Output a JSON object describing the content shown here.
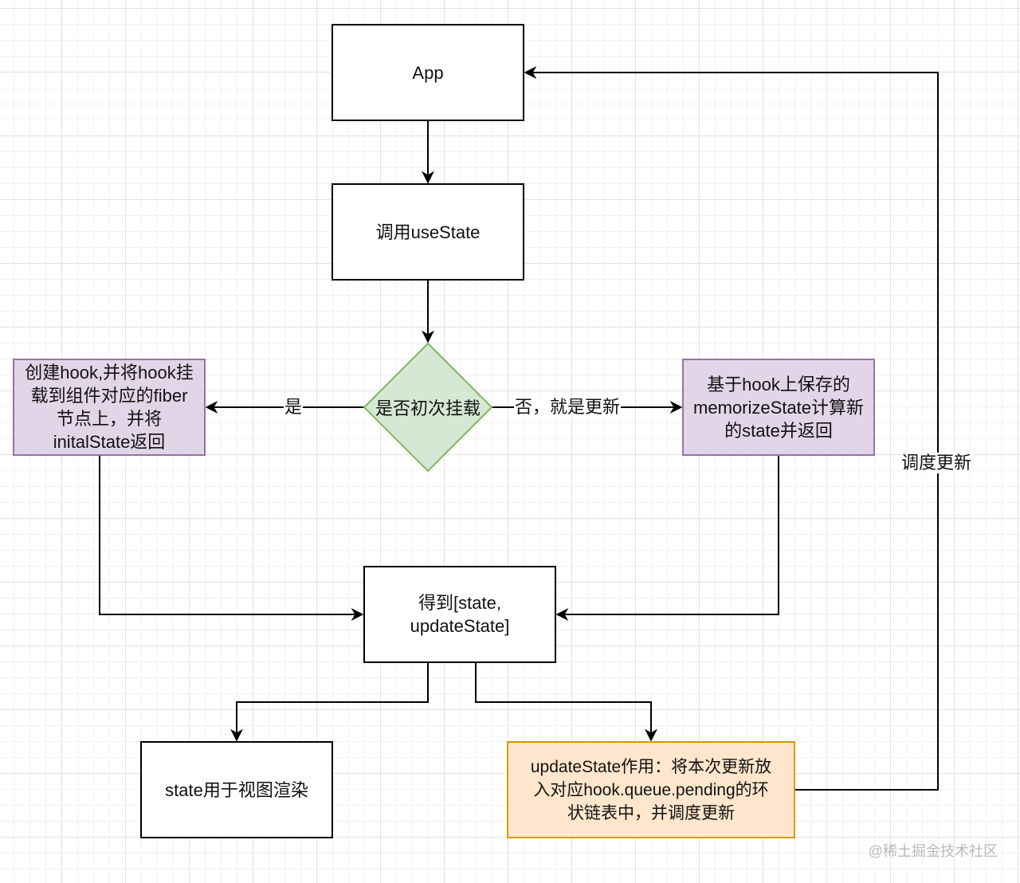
{
  "diagram": {
    "nodes": {
      "app": "App",
      "use_state": "调用useState",
      "is_first_mount": "是否初次挂载",
      "create_hook": "创建hook,并将hook挂\n载到组件对应的fiber\n节点上，并将\ninitalState返回",
      "compute_state": "基于hook上保存的\nmemorizeState计算新\n的state并返回",
      "get_state": "得到[state,\nupdateState]",
      "render_view": "state用于视图渲染",
      "update_state_role": "updateState作用：将本次更新放\n入对应hook.queue.pending的环\n状链表中，并调度更新"
    },
    "edge_labels": {
      "yes": "是",
      "no_update": "否，就是更新",
      "schedule_update": "调度更新"
    },
    "colors": {
      "purple_fill": "#e1d5e7",
      "purple_stroke": "#9673a6",
      "green_fill": "#d5e8d4",
      "green_stroke": "#82b366",
      "orange_fill": "#ffe6cc",
      "orange_stroke": "#d79b00"
    }
  },
  "watermark": "@稀土掘金技术社区"
}
